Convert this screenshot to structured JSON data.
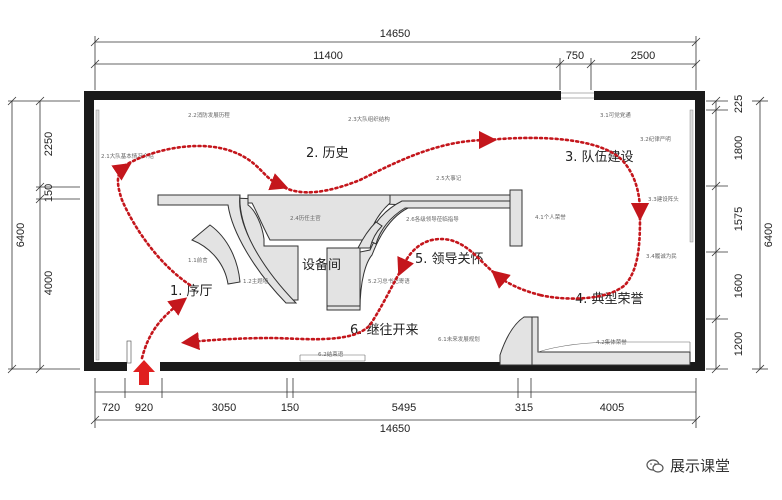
{
  "dimensions": {
    "top_total": "14650",
    "top_segments": [
      "11400",
      "750",
      "2500"
    ],
    "left_total": "6400",
    "left_segments": [
      "2250",
      "150",
      "4000"
    ],
    "right_total": "6400",
    "right_segments": [
      "225",
      "1800",
      "1575",
      "1600",
      "1200"
    ],
    "bottom_segments": [
      "720",
      "920",
      "3050",
      "150",
      "5495",
      "315",
      "4005"
    ],
    "bottom_total": "14650"
  },
  "zones": {
    "history": "2.    历史",
    "team": "3. 队伍建设",
    "hall": "1. 序厅",
    "equipment": "设备间",
    "leadership": "5. 领导关怀",
    "honor": "4. 典型荣誉",
    "future": "6. 继往开来"
  },
  "small_labels": [
    "2.2消防发展历程",
    "2.3大队组织结构",
    "3.1可党党通",
    "3.2纪律严明",
    "2.1大队基本情况介绍",
    "2.5大事记",
    "3.3建设阵头",
    "2.4历任主官",
    "2.6各级领导莅临指导",
    "4.1个人荣誉",
    "3.4履诚为民",
    "1.1前言",
    "1.2主题墙",
    "5.2习总书记寄语",
    "6.1未来发展规划",
    "4.2集体荣誉",
    "6.2结束语"
  ],
  "watermark": {
    "icon": "wechat-icon",
    "text": "展示课堂"
  },
  "colors": {
    "route": "#c4161c",
    "wall": "#1a1a1a",
    "inner_fill": "#e3e3e3"
  }
}
